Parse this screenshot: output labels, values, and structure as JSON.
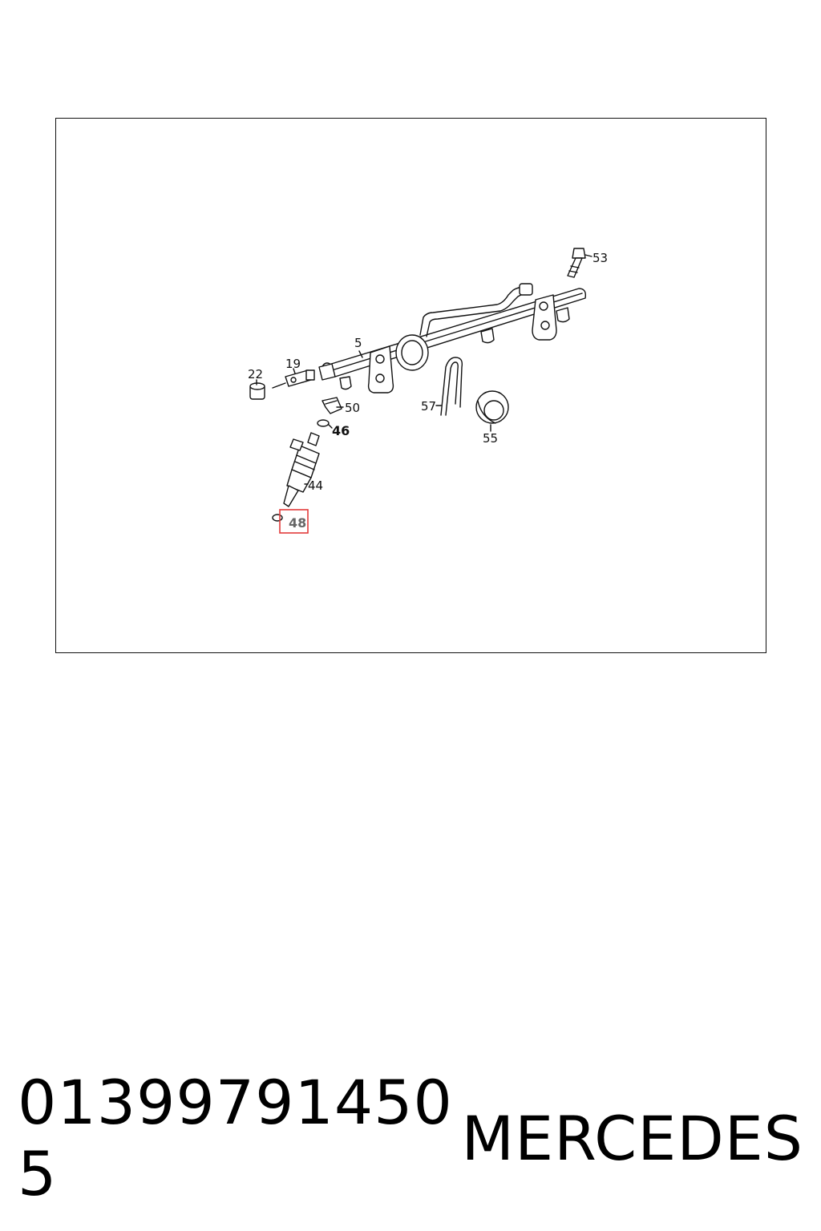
{
  "diagram": {
    "callouts": {
      "c53": "53",
      "c5": "5",
      "c19": "19",
      "c22": "22",
      "c50": "50",
      "c46": "46",
      "c57": "57",
      "c55": "55",
      "c44": "44",
      "c48": "48"
    },
    "highlight_color": "#e23b3b"
  },
  "caption": {
    "part_number": "01399791450​5",
    "brand": "MERCEDES"
  }
}
